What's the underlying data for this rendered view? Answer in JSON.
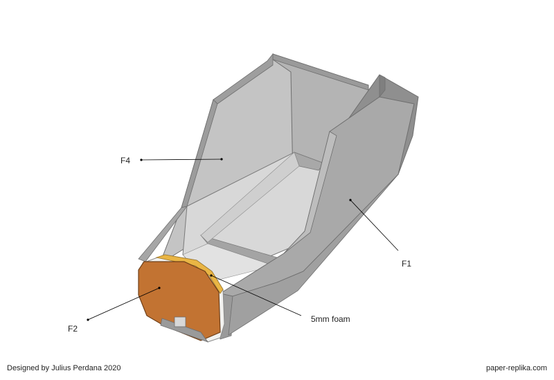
{
  "diagram": {
    "parts": [
      {
        "id": "f4",
        "label": "F4"
      },
      {
        "id": "f1",
        "label": "F1"
      },
      {
        "id": "f2",
        "label": "F2"
      },
      {
        "id": "foam",
        "label": "5mm foam"
      }
    ]
  },
  "footer": {
    "credit": "Designed by Julius Perdana 2020",
    "website": "paper-replika.com"
  },
  "colors": {
    "panel_light": "#c9c9c9",
    "panel_mid": "#a8a8a8",
    "panel_dark": "#8e8e8e",
    "former_orange": "#c27332",
    "foam_white": "#f2f2f0",
    "edge_yellow": "#e9b544"
  }
}
